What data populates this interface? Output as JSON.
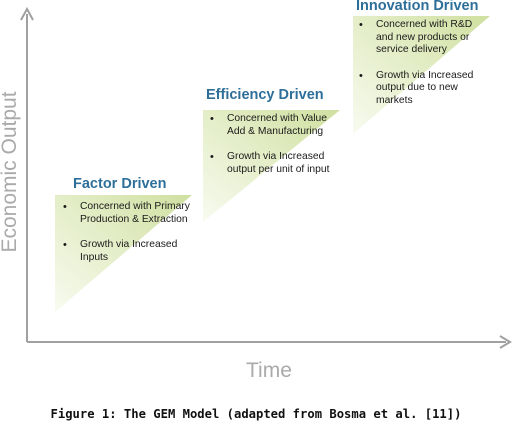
{
  "axes": {
    "y_label": "Economic Output",
    "x_label": "Time"
  },
  "colors": {
    "stage_fill_light": "#f8fbf0",
    "stage_fill_dark": "#cfe0a0",
    "title": "#2e6f9a",
    "axis": "#a0a0a0",
    "axis_label": "#aaaaaa"
  },
  "stages": [
    {
      "title": "Factor Driven",
      "bullets": [
        "Concerned with Primary Production & Extraction",
        "Growth via Increased Inputs"
      ]
    },
    {
      "title": "Efficiency Driven",
      "bullets": [
        "Concerned with Value Add & Manufacturing",
        "Growth via Increased output per unit of input"
      ]
    },
    {
      "title": "Innovation Driven",
      "bullets": [
        "Concerned with R&D and new products or service delivery",
        "Growth via Increased output due to new markets"
      ]
    }
  ],
  "caption": "Figure 1: The GEM Model (adapted from Bosma et al. [11])"
}
